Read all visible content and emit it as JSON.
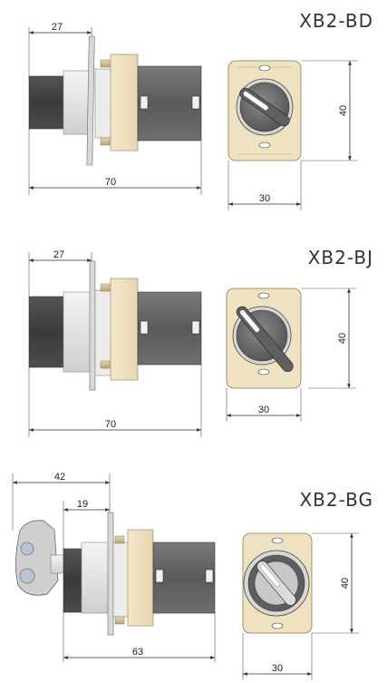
{
  "drawings": [
    {
      "model": "XB2-BD",
      "dims": {
        "mount": "27",
        "length": "70",
        "height": "40",
        "width": "30"
      }
    },
    {
      "model": "XB2-BJ",
      "dims": {
        "mount": "27",
        "length": "70",
        "height": "40",
        "width": "30"
      }
    },
    {
      "model": "XB2-BG",
      "dims": {
        "overall": "42",
        "mount": "19",
        "length": "63",
        "height": "40",
        "width": "30"
      }
    }
  ]
}
